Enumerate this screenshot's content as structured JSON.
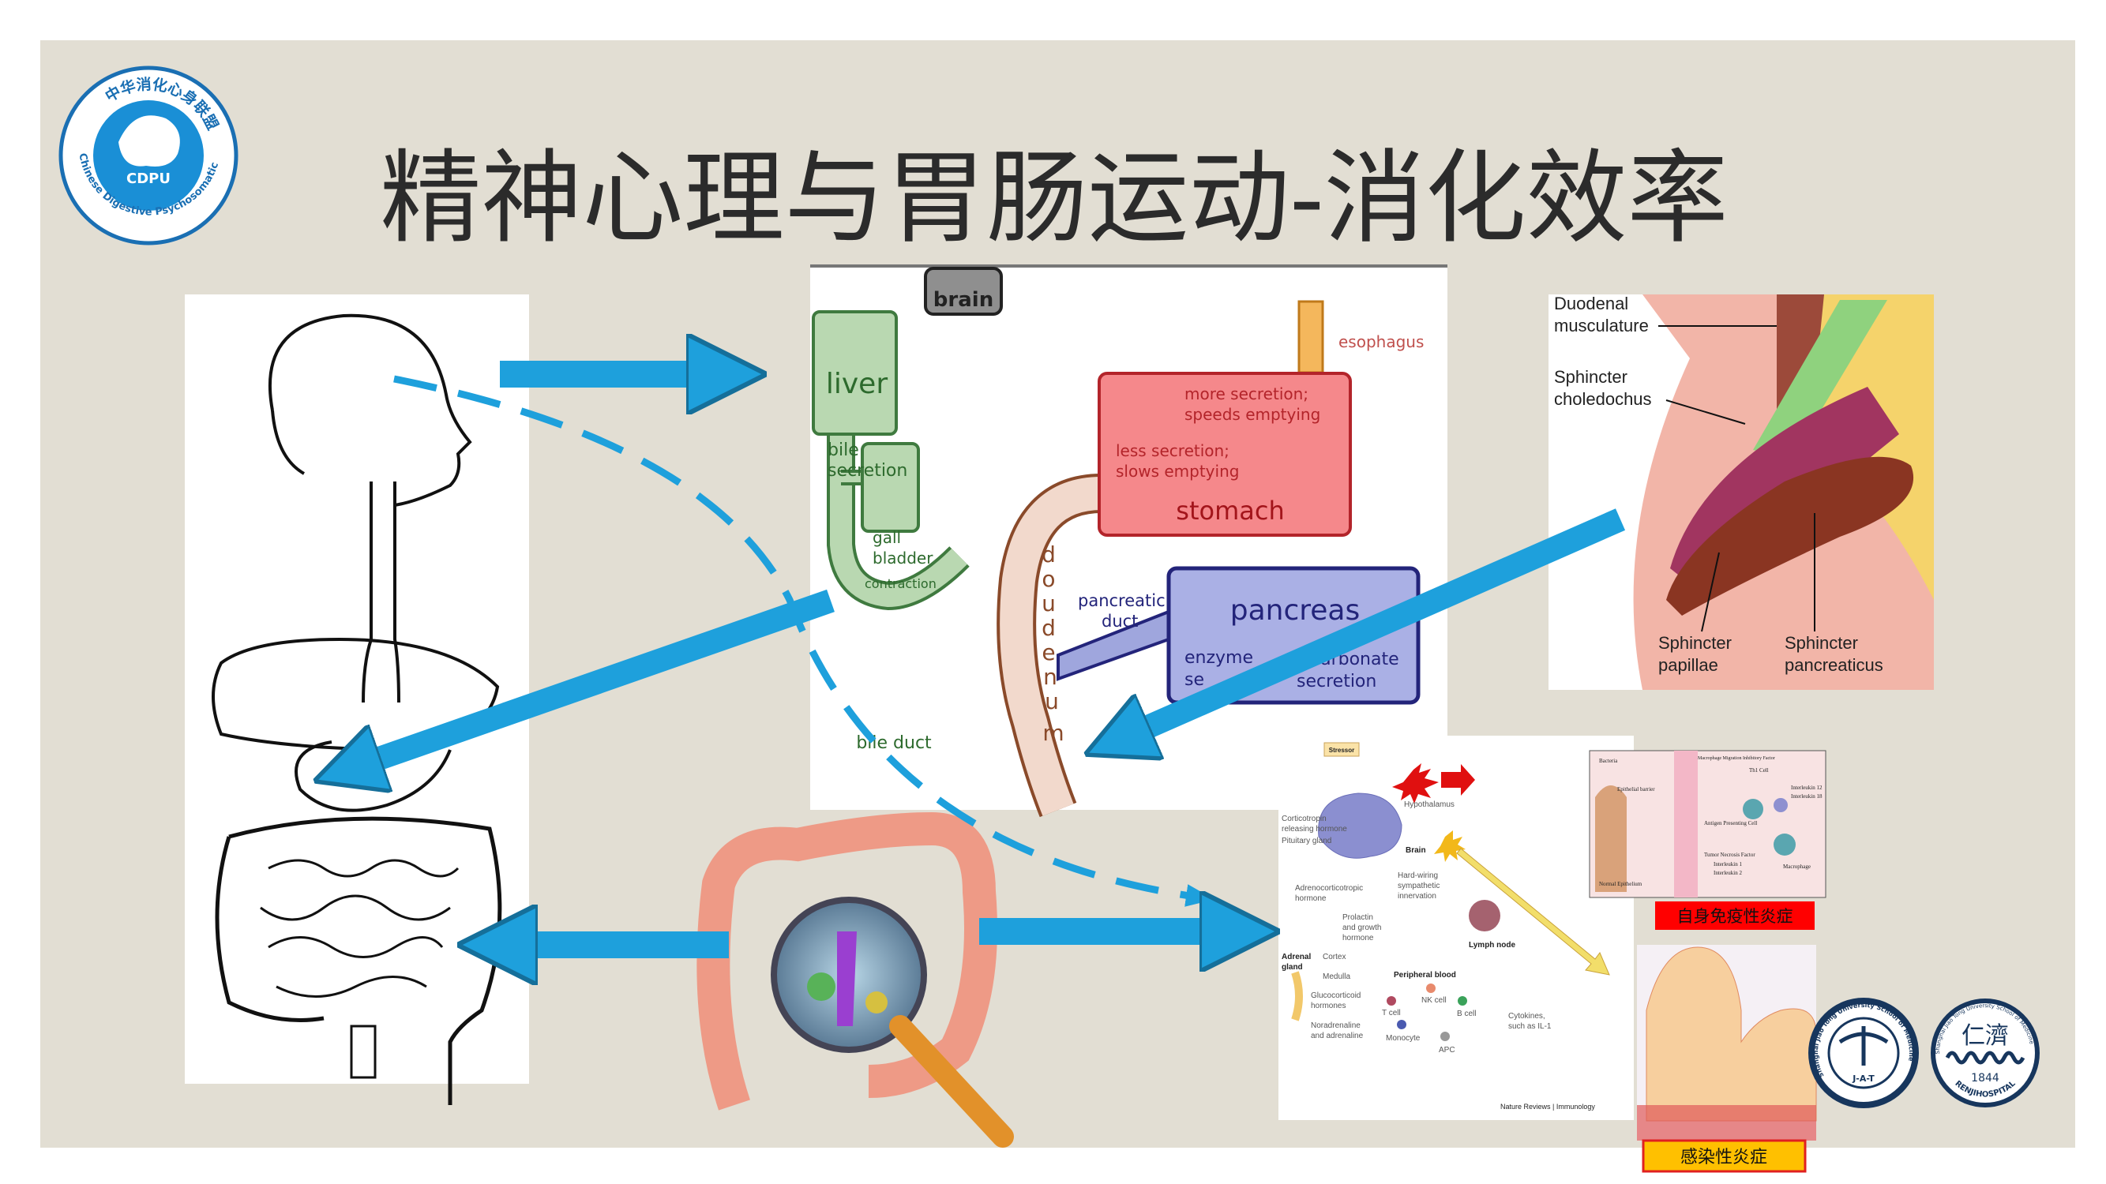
{
  "slide": {
    "title": "精神心理与胃肠运动-消化效率",
    "background": "#e2ded3",
    "arrow_color": "#1ea0dc"
  },
  "logo_cdpu": {
    "ring_text_cn": "中华消化心身联盟",
    "ring_text_en": "Chinese Digestive Psychosomatic Union",
    "abbr": "CDPU"
  },
  "digestion_diagram": {
    "brain": "brain",
    "liver": "liver",
    "bile_secretion": [
      "bile",
      "secretion"
    ],
    "gall_bladder": [
      "gall",
      "bladder"
    ],
    "contraction": "contraction",
    "bile_duct": "bile duct",
    "esophagus": "esophagus",
    "more_secretion": [
      "more secretion;",
      "speeds emptying"
    ],
    "less_secretion": [
      "less secretion;",
      "slows emptying"
    ],
    "stomach": "stomach",
    "pancreatic_duct": [
      "pancreatic",
      "duct"
    ],
    "pancreas": "pancreas",
    "enzyme_secretion": [
      "enzyme",
      "se"
    ],
    "bicarbonate_secretion": [
      "carbonate",
      "secretion"
    ],
    "duodenum_letters": [
      "d",
      "o",
      "u",
      "d",
      "e",
      "n",
      "u",
      "m"
    ]
  },
  "sphincter_image": {
    "labels": {
      "duodenal": [
        "Duodenal",
        "musculature"
      ],
      "choledochus": [
        "Sphincter",
        "choledochus"
      ],
      "papillae": [
        "Sphincter",
        "papillae"
      ],
      "pancreaticus": [
        "Sphincter",
        "pancreaticus"
      ]
    }
  },
  "stress_diagram": {
    "stressor": "Stressor",
    "hypothalamus": "Hypothalamus",
    "crh": [
      "Corticotropin",
      "releasing hormone"
    ],
    "pituitary": "Pituitary gland",
    "brain": "Brain",
    "acth": [
      "Adrenocorticotropic",
      "hormone"
    ],
    "hardwiring": [
      "Hard-wiring",
      "sympathetic",
      "innervation"
    ],
    "prolactin": [
      "Prolactin",
      "and growth",
      "hormone"
    ],
    "lymph_node": "Lymph node",
    "adrenal": [
      "Adrenal",
      "gland"
    ],
    "cortex": "Cortex",
    "medulla": "Medulla",
    "glucocorticoid": [
      "Glucocorticoid",
      "hormones"
    ],
    "noradrenaline": [
      "Noradrenaline",
      "and adrenaline"
    ],
    "peripheral_blood": "Peripheral blood",
    "nk_cell": "NK cell",
    "t_cell": "T cell",
    "b_cell": "B cell",
    "monocyte": "Monocyte",
    "apc": "APC",
    "cytokines": [
      "Cytokines,",
      "such as IL-1"
    ],
    "credit": "Nature Reviews | Immunology"
  },
  "autoimmune_image": {
    "labels": [
      "Bacteria",
      "Epithelial barrier",
      "Antigen Presenting Cell",
      "Th1 Cell",
      "Macrophage Migration Inhibitory Factor",
      "Interleukin 12",
      "Interleukin 18",
      "Tumor Necrosis Factor",
      "Interleukin 1",
      "Interleukin 2",
      "Macrophage",
      "Normal Epithelium"
    ],
    "caption": "自身免疫性炎症",
    "caption_bg": "#ff0000"
  },
  "infection_image": {
    "caption": "感染性炎症",
    "caption_bg": "#ffc000"
  },
  "logo_sjtu": {
    "ring_text": "Shanghai Jiao Tong University School of Medicine",
    "center": "J-A-T"
  },
  "logo_renji": {
    "ring_text": "Shanghai Jiao Tong University School of Medicine",
    "center_cn": "仁濟",
    "year": "1844",
    "bottom": "RENJIHOSPITAL"
  }
}
